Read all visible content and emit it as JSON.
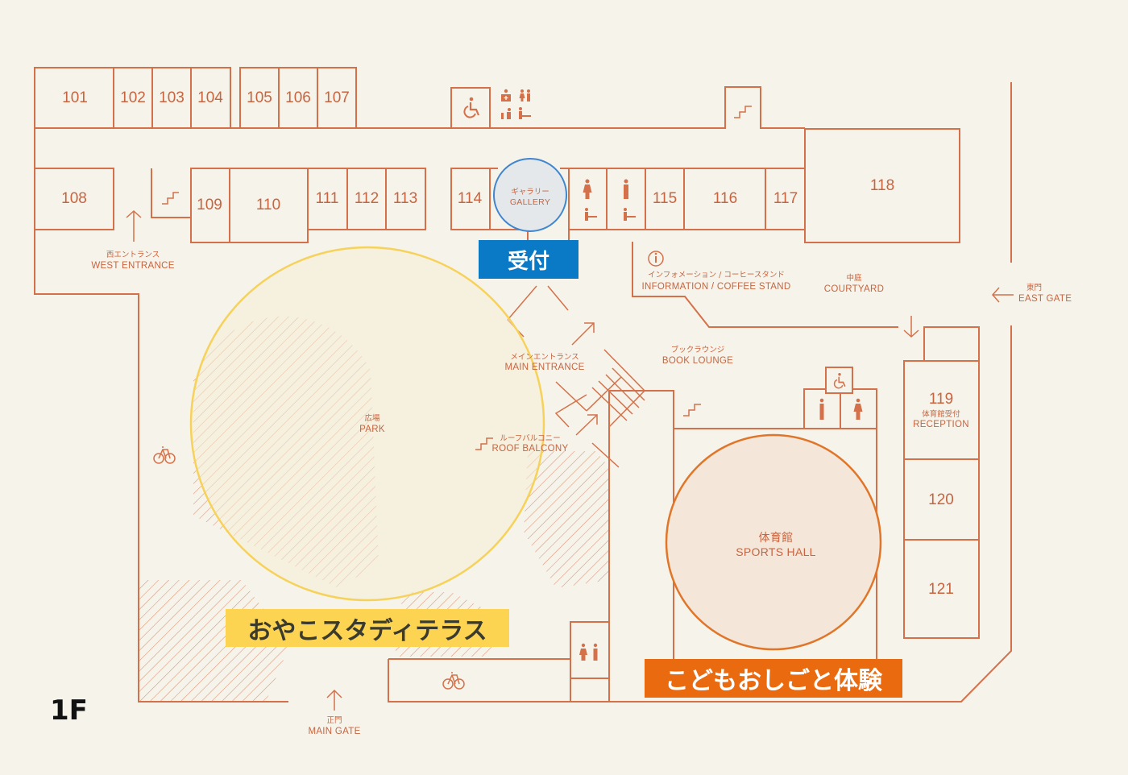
{
  "floor": "1F",
  "colors": {
    "background": "#f6f3ea",
    "line": "#d4714a",
    "text": "#c8643f",
    "reception_banner": "#0a7ac7",
    "oyako_banner": "#fdd452",
    "kodomo_banner": "#ea6a10",
    "gallery_circle": "#3f86cf",
    "park_circle": "#f6d25a",
    "sports_circle": "#e0762a"
  },
  "rooms": {
    "r101": "101",
    "r102": "102",
    "r103": "103",
    "r104": "104",
    "r105": "105",
    "r106": "106",
    "r107": "107",
    "r108": "108",
    "r109": "109",
    "r110": "110",
    "r111": "111",
    "r112": "112",
    "r113": "113",
    "r114": "114",
    "r115": "115",
    "r116": "116",
    "r117": "117",
    "r118": "118",
    "r119": "119",
    "r120": "120",
    "r121": "121"
  },
  "labels": {
    "gallery": {
      "jp": "ギャラリー",
      "en": "GALLERY"
    },
    "west_entrance": {
      "jp": "西エントランス",
      "en": "WEST ENTRANCE"
    },
    "information": {
      "jp": "インフォメーション / コーヒースタンド",
      "en": "INFORMATION / COFFEE STAND"
    },
    "courtyard": {
      "jp": "中庭",
      "en": "COURTYARD"
    },
    "east_gate": {
      "jp": "東門",
      "en": "EAST GATE"
    },
    "main_entrance": {
      "jp": "メインエントランス",
      "en": "MAIN ENTRANCE"
    },
    "book_lounge": {
      "jp": "ブックラウンジ",
      "en": "BOOK LOUNGE"
    },
    "park": {
      "jp": "広場",
      "en": "PARK"
    },
    "roof_balcony": {
      "jp": "ルーフバルコニー",
      "en": "ROOF BALCONY"
    },
    "sports_hall": {
      "jp": "体育館",
      "en": "SPORTS HALL"
    },
    "reception_119": {
      "jp": "体育館受付",
      "en": "RECEPTION"
    },
    "main_gate": {
      "jp": "正門",
      "en": "MAIN GATE"
    }
  },
  "banners": {
    "reception": "受付",
    "oyako": "おやこスタディテラス",
    "kodomo": "こどもおしごと体験"
  },
  "icons": [
    "wheelchair-icon",
    "first-aid-icon",
    "restroom-icon",
    "baby-care-icon",
    "stairs-icon",
    "bicycle-icon",
    "info-icon",
    "arrow-icon"
  ]
}
